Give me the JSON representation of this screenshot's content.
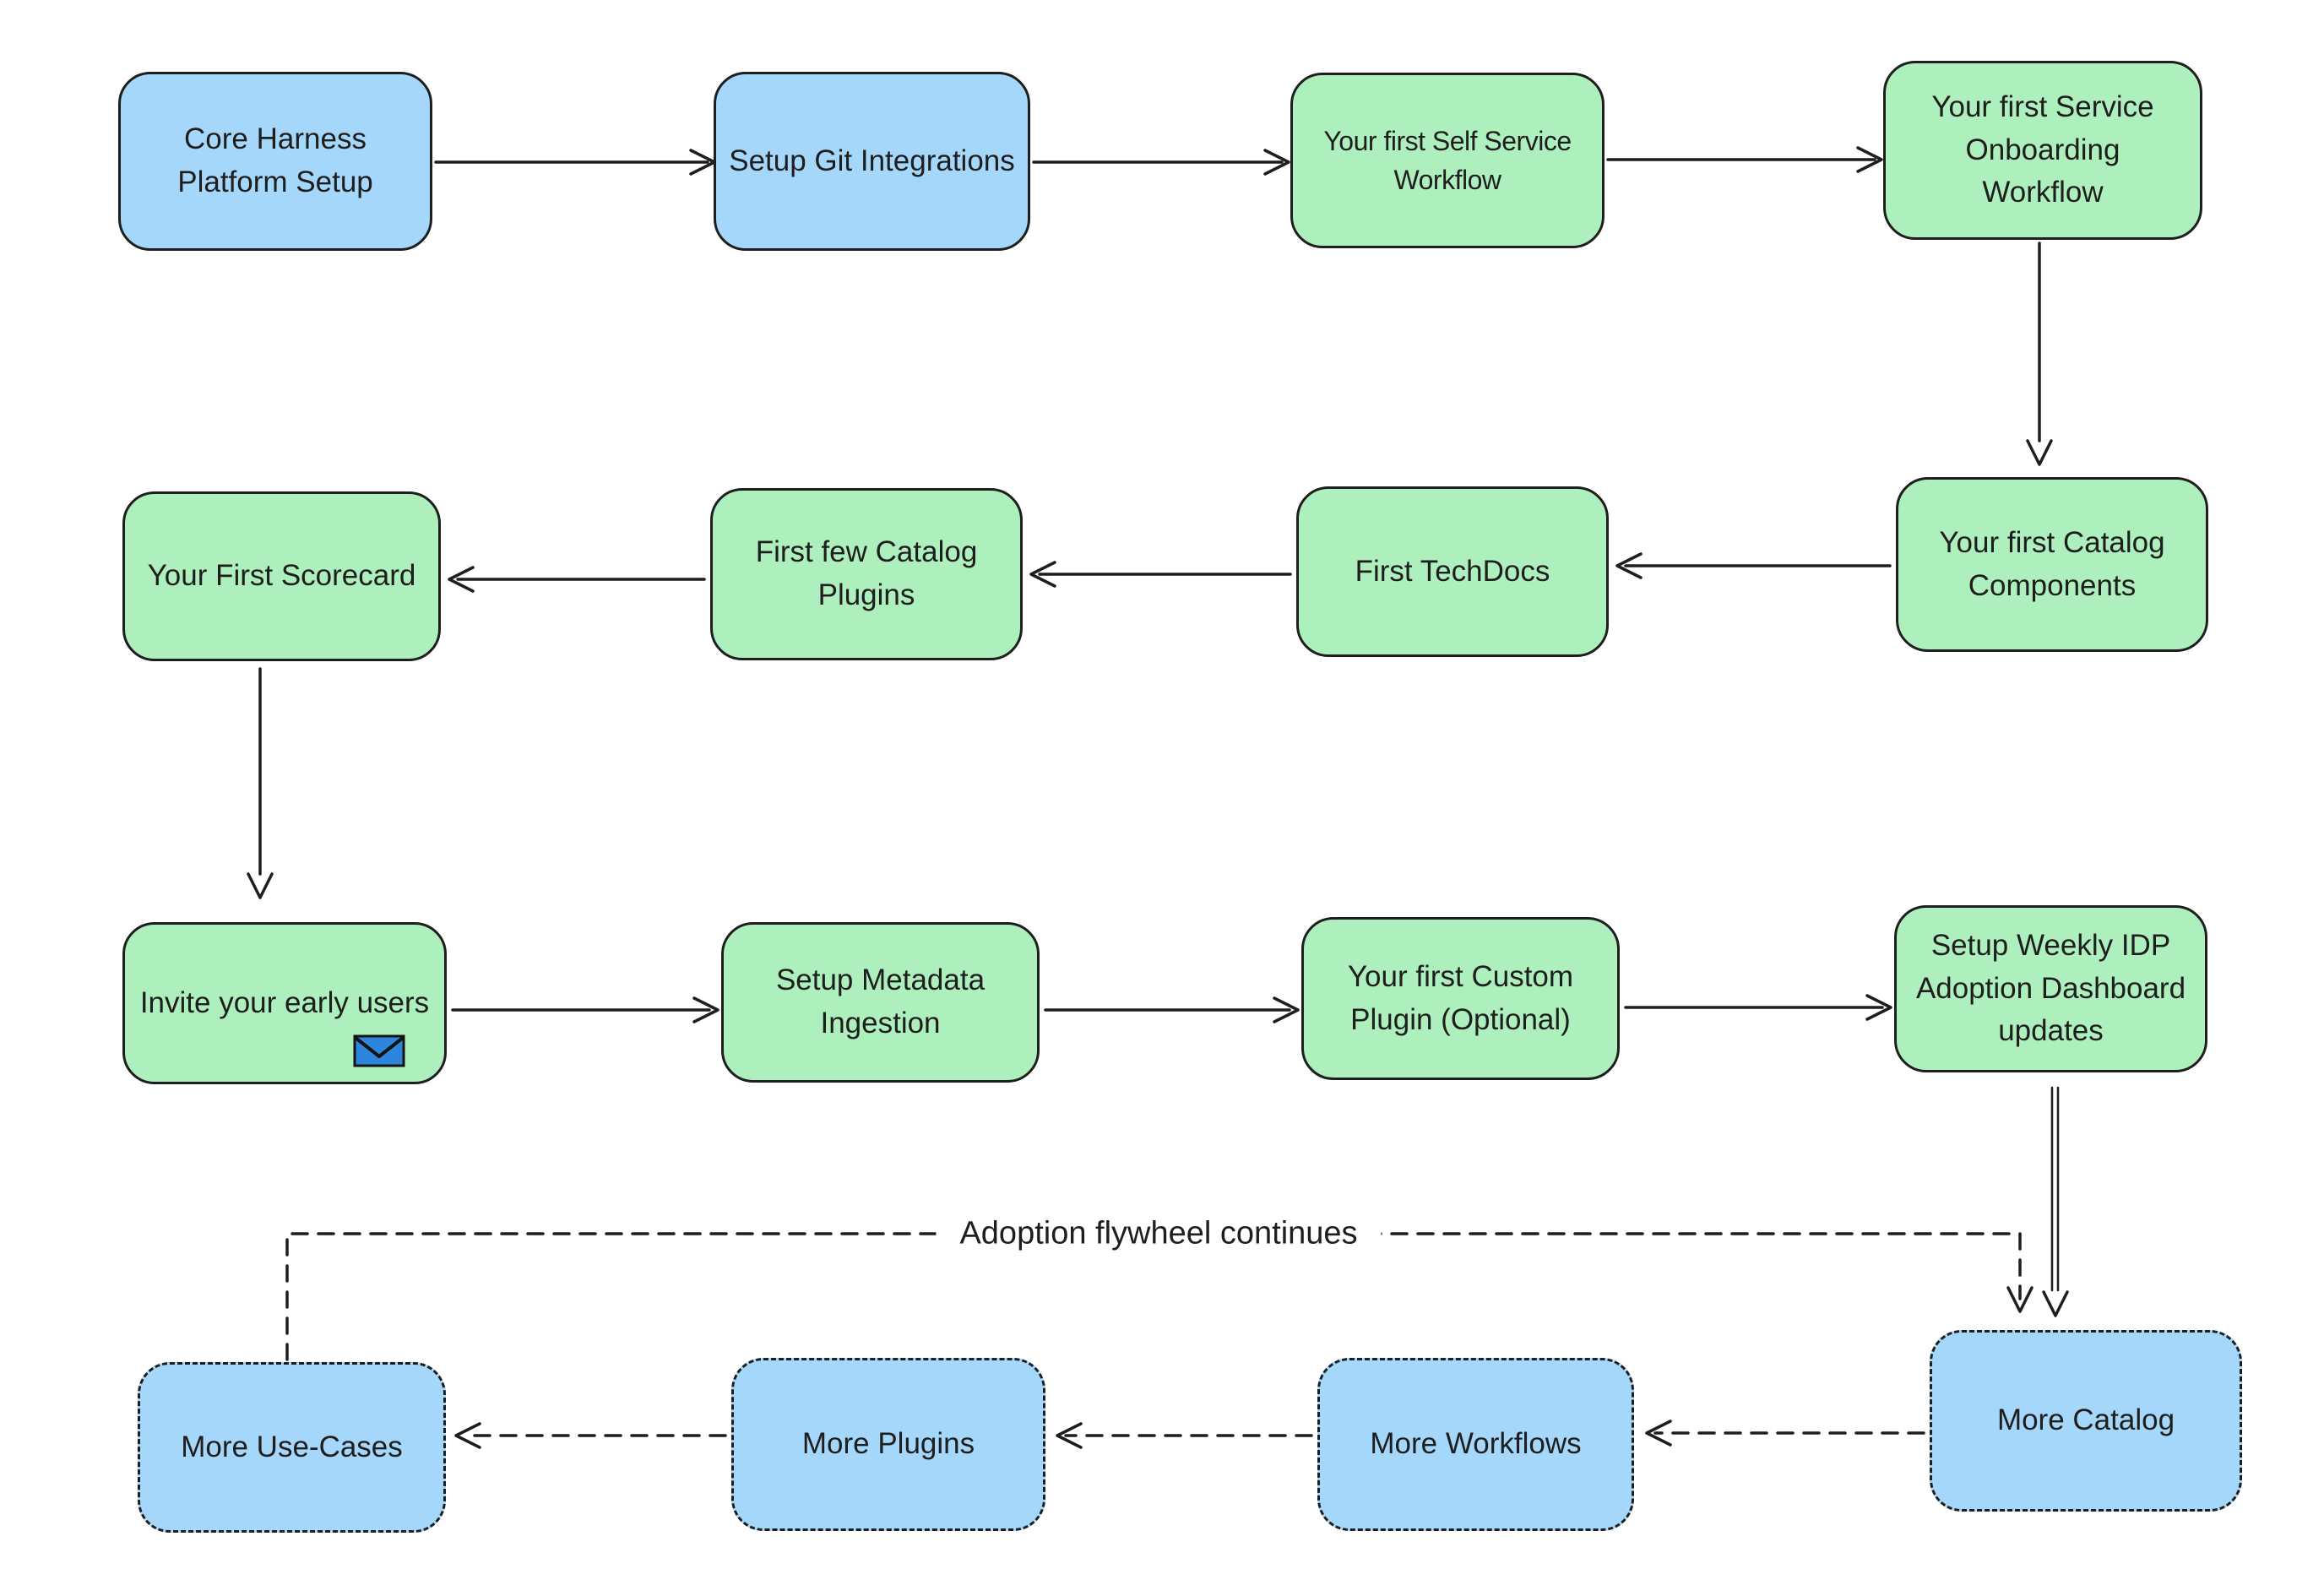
{
  "diagram": {
    "flywheel_label": "Adoption flywheel continues",
    "colors": {
      "canvas_bg": "#ffffff",
      "ink": "#1e1e1e",
      "blue_fill": "#A5D7FB",
      "green_fill": "#AEF0BD",
      "envelope_blue": "#2E86DC"
    },
    "nodes": [
      {
        "id": "core-harness-platform-setup",
        "label": "Core Harness Platform Setup",
        "style": "blue-solid"
      },
      {
        "id": "setup-git-integrations",
        "label": "Setup Git Integrations",
        "style": "blue-solid"
      },
      {
        "id": "first-self-service-workflow",
        "label": "Your first Self Service Workflow",
        "style": "green-solid"
      },
      {
        "id": "first-service-onboarding-workflow",
        "label": "Your first Service Onboarding Workflow",
        "style": "green-solid"
      },
      {
        "id": "first-catalog-components",
        "label": "Your first Catalog Components",
        "style": "green-solid"
      },
      {
        "id": "first-techdocs",
        "label": "First TechDocs",
        "style": "green-solid"
      },
      {
        "id": "first-few-catalog-plugins",
        "label": "First few Catalog Plugins",
        "style": "green-solid"
      },
      {
        "id": "your-first-scorecard",
        "label": "Your First Scorecard",
        "style": "green-solid"
      },
      {
        "id": "invite-your-early-users",
        "label": "Invite your early users",
        "style": "green-solid",
        "icon": "envelope-icon"
      },
      {
        "id": "setup-metadata-ingestion",
        "label": "Setup Metadata Ingestion",
        "style": "green-solid"
      },
      {
        "id": "first-custom-plugin",
        "label": "Your first Custom Plugin (Optional)",
        "style": "green-solid"
      },
      {
        "id": "weekly-idp-adoption-dashboard",
        "label": "Setup Weekly IDP Adoption Dashboard updates",
        "style": "green-solid"
      },
      {
        "id": "more-catalog",
        "label": "More Catalog",
        "style": "blue-dashed"
      },
      {
        "id": "more-workflows",
        "label": "More Workflows",
        "style": "blue-dashed"
      },
      {
        "id": "more-plugins",
        "label": "More Plugins",
        "style": "blue-dashed"
      },
      {
        "id": "more-use-cases",
        "label": "More Use-Cases",
        "style": "blue-dashed"
      }
    ]
  }
}
